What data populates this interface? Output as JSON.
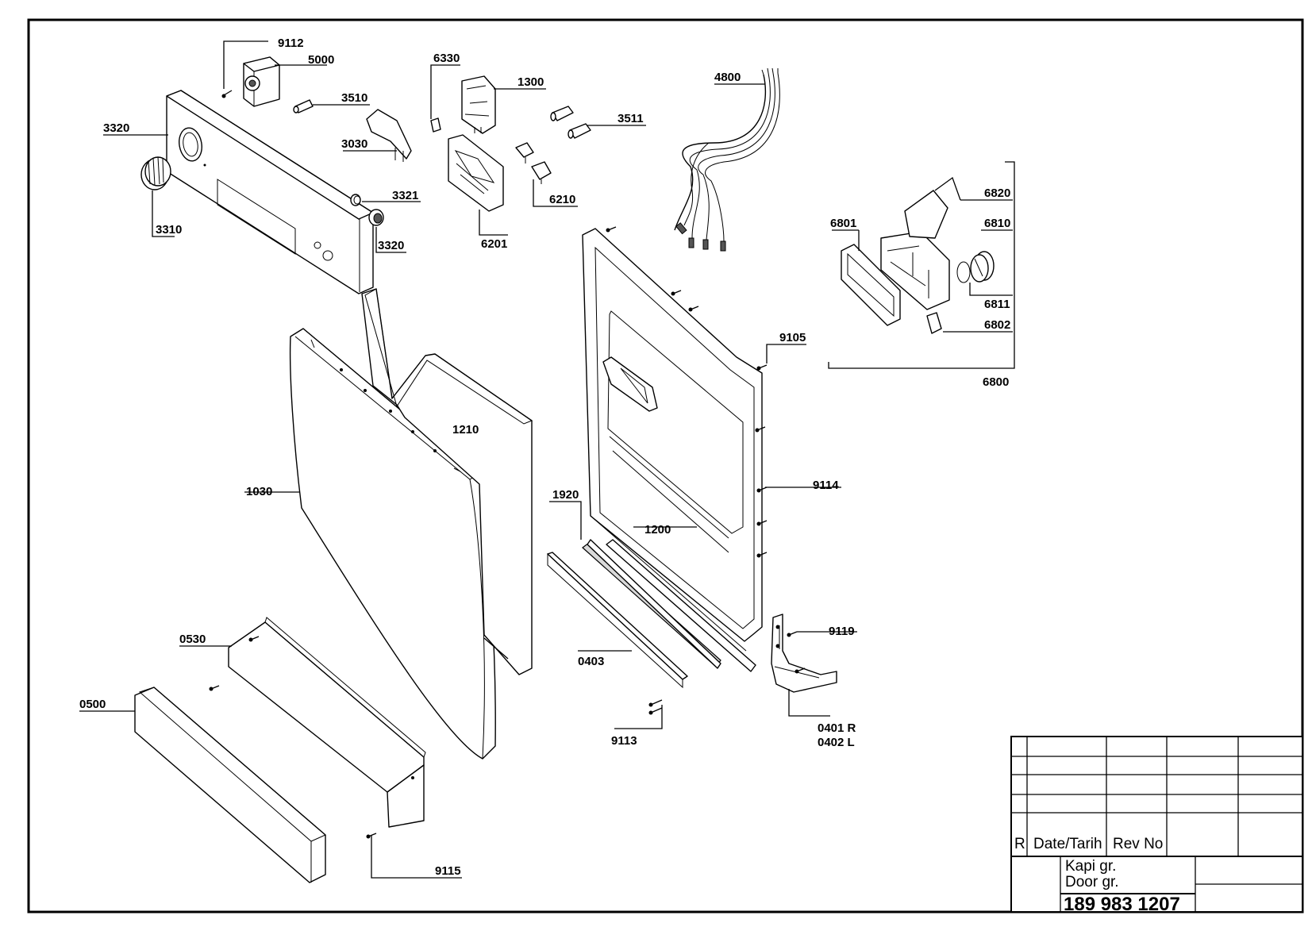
{
  "drawing": {
    "part_labels": {
      "p9112": "9112",
      "p5000": "5000",
      "p3510": "3510",
      "p3320a": "3320",
      "p3030": "3030",
      "p3310": "3310",
      "p3321": "3321",
      "p3320b": "3320",
      "p6330": "6330",
      "p1300": "1300",
      "p3511": "3511",
      "p6210": "6210",
      "p6201": "6201",
      "p4800": "4800",
      "p6820": "6820",
      "p6801": "6801",
      "p6810": "6810",
      "p6811": "6811",
      "p6802": "6802",
      "p6800": "6800",
      "p9105": "9105",
      "p1210": "1210",
      "p1030": "1030",
      "p1920": "1920",
      "p9114": "9114",
      "p1200": "1200",
      "p9119": "9119",
      "p0530": "0530",
      "p0403": "0403",
      "p0500": "0500",
      "p9113": "9113",
      "p0401": "0401 R",
      "p0402": "0402 L",
      "p9115": "9115"
    }
  },
  "title_block": {
    "rev_flag": "R",
    "date_label": "Date/Tarih",
    "rev_no_label": "Rev No",
    "title_tr": "Kapi gr.",
    "title_en": "Door gr.",
    "drawing_number": "189 983 1207"
  }
}
